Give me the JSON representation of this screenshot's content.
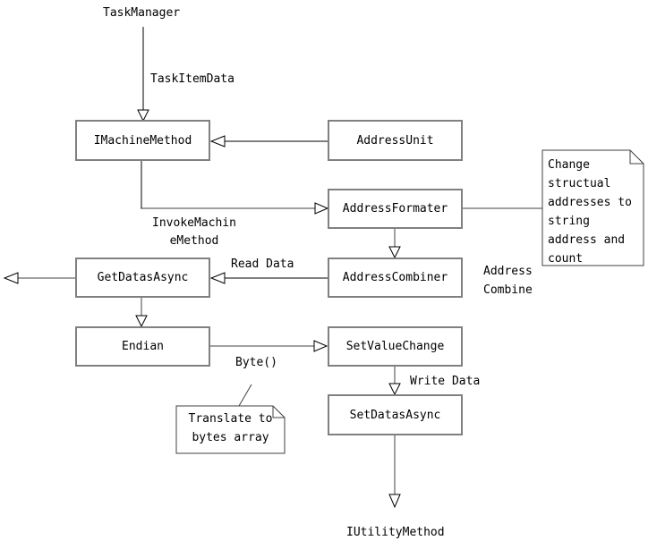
{
  "diagram": {
    "colors": {
      "background": "#ffffff",
      "box_border": "#808080",
      "thick_line": "#808080",
      "thin_line": "#404040",
      "arrowhead_fill": "#ffffff",
      "text": "#000000"
    },
    "boxes": {
      "imachine_method": "IMachineMethod",
      "address_unit": "AddressUnit",
      "address_formater": "AddressFormater",
      "address_combiner": "AddressCombiner",
      "get_datas_async": "GetDatasAsync",
      "endian": "Endian",
      "set_value_change": "SetValueChange",
      "set_datas_async": "SetDatasAsync"
    },
    "labels": {
      "task_manager": "TaskManager",
      "task_item_data": "TaskItemData",
      "invoke_machine_method": "InvokeMachin\neMethod",
      "read_data": "Read Data",
      "address_combine": "Address\nCombine",
      "byte_call": "Byte()",
      "write_data": "Write Data",
      "iutility_method": "IUtilityMethod"
    },
    "notes": {
      "change_structural": "Change\nstructual\naddresses to\nstring\naddress and\ncount",
      "translate_bytes": "Translate to\nbytes array"
    }
  }
}
